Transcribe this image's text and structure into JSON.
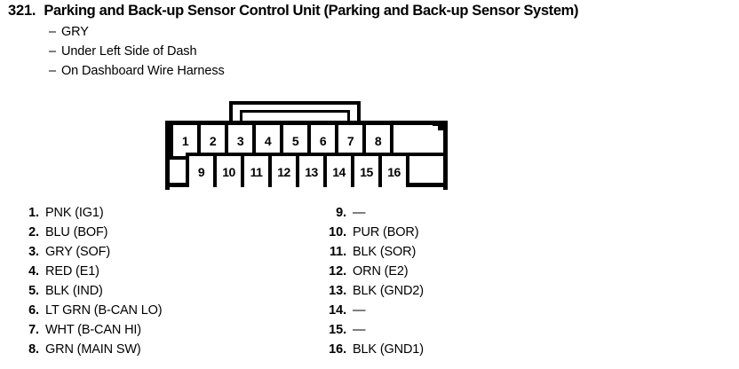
{
  "header": {
    "number": "321.",
    "title": "Parking and Back-up Sensor Control Unit (Parking and Back-up Sensor System)",
    "dash": "–",
    "sublines": [
      "GRY",
      "Under Left Side of Dash",
      "On Dashboard Wire Harness"
    ]
  },
  "connector": {
    "top_row": [
      "1",
      "2",
      "3",
      "4",
      "5",
      "6",
      "7",
      "8"
    ],
    "bottom_row": [
      "9",
      "10",
      "11",
      "12",
      "13",
      "14",
      "15",
      "16"
    ],
    "outline_color": "#000000",
    "fill_color": "#ffffff"
  },
  "pin_list": {
    "empty_marker": "—",
    "left": [
      {
        "num": "1.",
        "label": "PNK (IG1)"
      },
      {
        "num": "2.",
        "label": "BLU (BOF)"
      },
      {
        "num": "3.",
        "label": "GRY (SOF)"
      },
      {
        "num": "4.",
        "label": "RED (E1)"
      },
      {
        "num": "5.",
        "label": "BLK (IND)"
      },
      {
        "num": "6.",
        "label": "LT GRN (B-CAN LO)"
      },
      {
        "num": "7.",
        "label": "WHT (B-CAN HI)"
      },
      {
        "num": "8.",
        "label": "GRN (MAIN SW)"
      }
    ],
    "right": [
      {
        "num": "9.",
        "label": "—"
      },
      {
        "num": "10.",
        "label": "PUR (BOR)"
      },
      {
        "num": "11.",
        "label": "BLK (SOR)"
      },
      {
        "num": "12.",
        "label": "ORN (E2)"
      },
      {
        "num": "13.",
        "label": "BLK (GND2)"
      },
      {
        "num": "14.",
        "label": "—"
      },
      {
        "num": "15.",
        "label": "—"
      },
      {
        "num": "16.",
        "label": "BLK (GND1)"
      }
    ]
  }
}
